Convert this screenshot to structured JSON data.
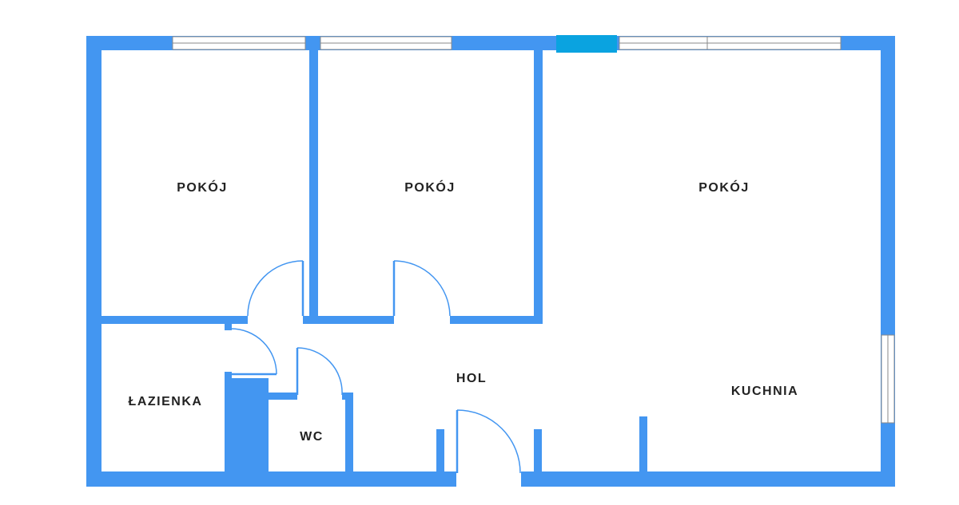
{
  "rooms": {
    "room_1": "POKÓJ",
    "room_2": "POKÓJ",
    "room_3": "POKÓJ",
    "hallway": "HOL",
    "kitchen": "KUCHNIA",
    "bathroom": "ŁAZIENKA",
    "toilet": "WC"
  },
  "colors": {
    "wall": "#4396f1",
    "window_highlight": "#0aa3e0",
    "background": "#ffffff"
  }
}
